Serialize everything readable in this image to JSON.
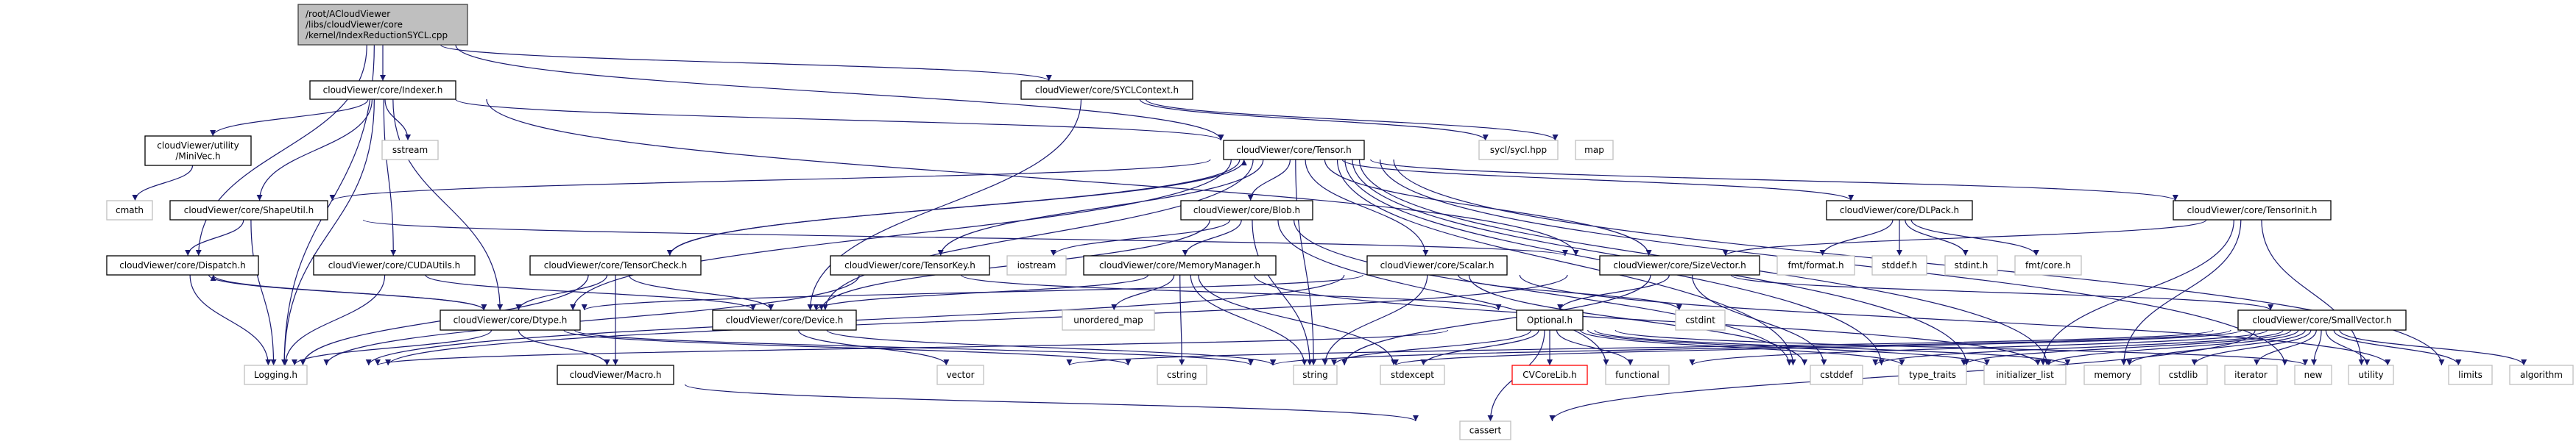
{
  "colors": {
    "edge": "#191970",
    "documented_border": "#000000",
    "external_border": "#bfbfbf",
    "missing_border": "#ff0000",
    "root_fill": "#bfbfbf"
  },
  "nodes": {
    "root": {
      "lines": [
        "/root/ACloudViewer",
        "/libs/cloudViewer/core",
        "/kernel/IndexReductionSYCL.cpp"
      ],
      "kind": "root"
    },
    "indexer": {
      "lines": [
        "cloudViewer/core/Indexer.h"
      ],
      "kind": "doc"
    },
    "sycl": {
      "lines": [
        "cloudViewer/core/SYCLContext.h"
      ],
      "kind": "doc"
    },
    "minivec": {
      "lines": [
        "cloudViewer/utility",
        "/MiniVec.h"
      ],
      "kind": "doc"
    },
    "sstream": {
      "lines": [
        "sstream"
      ],
      "kind": "ext"
    },
    "tensor": {
      "lines": [
        "cloudViewer/core/Tensor.h"
      ],
      "kind": "doc"
    },
    "syclhpp": {
      "lines": [
        "sycl/sycl.hpp"
      ],
      "kind": "ext"
    },
    "map": {
      "lines": [
        "map"
      ],
      "kind": "ext"
    },
    "cmath": {
      "lines": [
        "cmath"
      ],
      "kind": "ext"
    },
    "shapeutil": {
      "lines": [
        "cloudViewer/core/ShapeUtil.h"
      ],
      "kind": "doc"
    },
    "blob": {
      "lines": [
        "cloudViewer/core/Blob.h"
      ],
      "kind": "doc"
    },
    "dlpack": {
      "lines": [
        "cloudViewer/core/DLPack.h"
      ],
      "kind": "doc"
    },
    "tensorinit": {
      "lines": [
        "cloudViewer/core/TensorInit.h"
      ],
      "kind": "doc"
    },
    "dispatch": {
      "lines": [
        "cloudViewer/core/Dispatch.h"
      ],
      "kind": "doc"
    },
    "cudautils": {
      "lines": [
        "cloudViewer/core/CUDAUtils.h"
      ],
      "kind": "doc"
    },
    "tensorcheck": {
      "lines": [
        "cloudViewer/core/TensorCheck.h"
      ],
      "kind": "doc"
    },
    "tensorkey": {
      "lines": [
        "cloudViewer/core/TensorKey.h"
      ],
      "kind": "doc"
    },
    "iostream": {
      "lines": [
        "iostream"
      ],
      "kind": "ext"
    },
    "memorymanager": {
      "lines": [
        "cloudViewer/core/MemoryManager.h"
      ],
      "kind": "doc"
    },
    "scalar": {
      "lines": [
        "cloudViewer/core/Scalar.h"
      ],
      "kind": "doc"
    },
    "sizevector": {
      "lines": [
        "cloudViewer/core/SizeVector.h"
      ],
      "kind": "doc"
    },
    "fmtformat": {
      "lines": [
        "fmt/format.h"
      ],
      "kind": "ext"
    },
    "stddef": {
      "lines": [
        "stddef.h"
      ],
      "kind": "ext"
    },
    "stdint": {
      "lines": [
        "stdint.h"
      ],
      "kind": "ext"
    },
    "fmtcore": {
      "lines": [
        "fmt/core.h"
      ],
      "kind": "ext"
    },
    "dtype": {
      "lines": [
        "cloudViewer/core/Dtype.h"
      ],
      "kind": "doc"
    },
    "device": {
      "lines": [
        "cloudViewer/core/Device.h"
      ],
      "kind": "doc"
    },
    "unordered_map": {
      "lines": [
        "unordered_map"
      ],
      "kind": "ext"
    },
    "optional": {
      "lines": [
        "Optional.h"
      ],
      "kind": "doc"
    },
    "cstdint": {
      "lines": [
        "cstdint"
      ],
      "kind": "ext"
    },
    "smallvector": {
      "lines": [
        "cloudViewer/core/SmallVector.h"
      ],
      "kind": "doc"
    },
    "logging": {
      "lines": [
        "Logging.h"
      ],
      "kind": "ext"
    },
    "macro": {
      "lines": [
        "cloudViewer/Macro.h"
      ],
      "kind": "doc"
    },
    "vector": {
      "lines": [
        "vector"
      ],
      "kind": "ext"
    },
    "cstring": {
      "lines": [
        "cstring"
      ],
      "kind": "ext"
    },
    "string": {
      "lines": [
        "string"
      ],
      "kind": "ext"
    },
    "stdexcept": {
      "lines": [
        "stdexcept"
      ],
      "kind": "ext"
    },
    "cvcorelib": {
      "lines": [
        "CVCoreLib.h"
      ],
      "kind": "missing"
    },
    "functional": {
      "lines": [
        "functional"
      ],
      "kind": "ext"
    },
    "cstddef": {
      "lines": [
        "cstddef"
      ],
      "kind": "ext"
    },
    "type_traits": {
      "lines": [
        "type_traits"
      ],
      "kind": "ext"
    },
    "initializer_list": {
      "lines": [
        "initializer_list"
      ],
      "kind": "ext"
    },
    "memory": {
      "lines": [
        "memory"
      ],
      "kind": "ext"
    },
    "cstdlib": {
      "lines": [
        "cstdlib"
      ],
      "kind": "ext"
    },
    "iterator": {
      "lines": [
        "iterator"
      ],
      "kind": "ext"
    },
    "new": {
      "lines": [
        "new"
      ],
      "kind": "ext"
    },
    "utility": {
      "lines": [
        "utility"
      ],
      "kind": "ext"
    },
    "limits": {
      "lines": [
        "limits"
      ],
      "kind": "ext"
    },
    "algorithm": {
      "lines": [
        "algorithm"
      ],
      "kind": "ext"
    },
    "cassert": {
      "lines": [
        "cassert"
      ],
      "kind": "ext"
    }
  },
  "edges": [
    [
      "root",
      "indexer"
    ],
    [
      "root",
      "tensor"
    ],
    [
      "root",
      "sycl"
    ],
    [
      "root",
      "dispatch"
    ],
    [
      "root",
      "logging"
    ],
    [
      "indexer",
      "minivec"
    ],
    [
      "indexer",
      "sstream"
    ],
    [
      "indexer",
      "shapeutil"
    ],
    [
      "indexer",
      "dtype"
    ],
    [
      "indexer",
      "cudautils"
    ],
    [
      "indexer",
      "logging"
    ],
    [
      "indexer",
      "tensor"
    ],
    [
      "indexer",
      "sizevector"
    ],
    [
      "minivec",
      "cmath"
    ],
    [
      "shapeutil",
      "dispatch"
    ],
    [
      "shapeutil",
      "logging"
    ],
    [
      "shapeutil",
      "sizevector"
    ],
    [
      "dispatch",
      "dtype"
    ],
    [
      "dispatch",
      "logging"
    ],
    [
      "dtype",
      "dispatch"
    ],
    [
      "dtype",
      "logging"
    ],
    [
      "dtype",
      "macro"
    ],
    [
      "dtype",
      "string"
    ],
    [
      "dtype",
      "cstring"
    ],
    [
      "cudautils",
      "logging"
    ],
    [
      "cudautils",
      "device"
    ],
    [
      "tensorcheck",
      "dtype"
    ],
    [
      "tensorcheck",
      "macro"
    ],
    [
      "tensorcheck",
      "device"
    ],
    [
      "tensorcheck",
      "tensor"
    ],
    [
      "tensorcheck",
      "logging"
    ],
    [
      "macro",
      "cassert"
    ],
    [
      "sycl",
      "device"
    ],
    [
      "sycl",
      "syclhpp"
    ],
    [
      "sycl",
      "map"
    ],
    [
      "tensor",
      "shapeutil"
    ],
    [
      "tensor",
      "dtype"
    ],
    [
      "tensor",
      "tensorcheck"
    ],
    [
      "tensor",
      "device"
    ],
    [
      "tensor",
      "blob"
    ],
    [
      "tensor",
      "tensorkey"
    ],
    [
      "tensor",
      "scalar"
    ],
    [
      "tensor",
      "sizevector"
    ],
    [
      "tensor",
      "dlpack"
    ],
    [
      "tensor",
      "tensorinit"
    ],
    [
      "tensor",
      "string"
    ],
    [
      "tensor",
      "algorithm"
    ],
    [
      "tensor",
      "cstddef"
    ],
    [
      "tensor",
      "type_traits"
    ],
    [
      "tensor",
      "memory"
    ],
    [
      "tensor",
      "initializer_list"
    ],
    [
      "tensor",
      "utility"
    ],
    [
      "blob",
      "device"
    ],
    [
      "blob",
      "iostream"
    ],
    [
      "blob",
      "memorymanager"
    ],
    [
      "blob",
      "string"
    ],
    [
      "blob",
      "functional"
    ],
    [
      "blob",
      "cstddef"
    ],
    [
      "memorymanager",
      "device"
    ],
    [
      "memorymanager",
      "unordered_map"
    ],
    [
      "memorymanager",
      "cstring"
    ],
    [
      "memorymanager",
      "string"
    ],
    [
      "memorymanager",
      "stdexcept"
    ],
    [
      "memorymanager",
      "memory"
    ],
    [
      "tensorkey",
      "logging"
    ],
    [
      "tensorkey",
      "optional"
    ],
    [
      "device",
      "vector"
    ],
    [
      "device",
      "string"
    ],
    [
      "scalar",
      "dtype"
    ],
    [
      "scalar",
      "logging"
    ],
    [
      "scalar",
      "string"
    ],
    [
      "scalar",
      "cstdint"
    ],
    [
      "scalar",
      "cstddef"
    ],
    [
      "scalar",
      "limits"
    ],
    [
      "sizevector",
      "optional"
    ],
    [
      "sizevector",
      "logging"
    ],
    [
      "sizevector",
      "string"
    ],
    [
      "sizevector",
      "smallvector"
    ],
    [
      "sizevector",
      "cstddef"
    ],
    [
      "dlpack",
      "fmtformat"
    ],
    [
      "dlpack",
      "stddef"
    ],
    [
      "dlpack",
      "stdint"
    ],
    [
      "dlpack",
      "fmtcore"
    ],
    [
      "tensorinit",
      "sizevector"
    ],
    [
      "tensorinit",
      "memory"
    ],
    [
      "tensorinit",
      "utility"
    ],
    [
      "tensorinit",
      "initializer_list"
    ],
    [
      "optional",
      "cvcorelib"
    ],
    [
      "optional",
      "functional"
    ],
    [
      "optional",
      "cassert"
    ],
    [
      "optional",
      "string"
    ],
    [
      "optional",
      "stdexcept"
    ],
    [
      "optional",
      "type_traits"
    ],
    [
      "optional",
      "utility"
    ],
    [
      "optional",
      "memory"
    ],
    [
      "optional",
      "initializer_list"
    ],
    [
      "optional",
      "logging"
    ],
    [
      "smallvector",
      "memory"
    ],
    [
      "smallvector",
      "cstdlib"
    ],
    [
      "smallvector",
      "iterator"
    ],
    [
      "smallvector",
      "new"
    ],
    [
      "smallvector",
      "utility"
    ],
    [
      "smallvector",
      "limits"
    ],
    [
      "smallvector",
      "algorithm"
    ],
    [
      "smallvector",
      "initializer_list"
    ],
    [
      "smallvector",
      "type_traits"
    ],
    [
      "smallvector",
      "cstddef"
    ],
    [
      "smallvector",
      "cstring"
    ],
    [
      "smallvector",
      "functional"
    ],
    [
      "smallvector",
      "string"
    ],
    [
      "smallvector",
      "cassert"
    ],
    [
      "smallvector",
      "vector"
    ]
  ]
}
